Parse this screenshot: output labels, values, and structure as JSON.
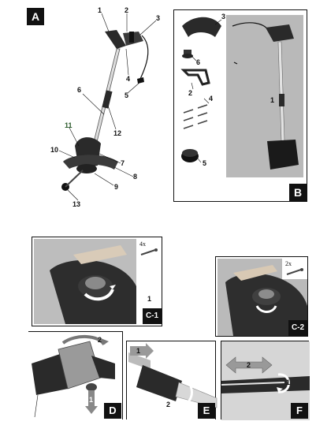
{
  "panels": {
    "a": {
      "label": "A"
    },
    "b": {
      "label": "B"
    },
    "c1": {
      "label": "C-1",
      "quantity": "4x",
      "arrow_num": "1"
    },
    "c2": {
      "label": "C-2",
      "quantity": "2x"
    },
    "d": {
      "label": "D",
      "arrow_1": "1",
      "arrow_2": "2"
    },
    "e": {
      "label": "E",
      "arrow_1": "1",
      "arrow_2": "2"
    },
    "f": {
      "label": "F",
      "arrow_1": "1",
      "arrow_2": "2"
    }
  },
  "callouts_a": [
    "1",
    "2",
    "3",
    "4",
    "5",
    "6",
    "12",
    "11",
    "7",
    "10",
    "8",
    "9",
    "13"
  ],
  "callouts_b": [
    "3",
    "6",
    "2",
    "4",
    "5",
    "1"
  ],
  "colors": {
    "badge": "#111111",
    "photo_bg": "#c9c9c9",
    "tool_dark": "#2a2a2a"
  }
}
